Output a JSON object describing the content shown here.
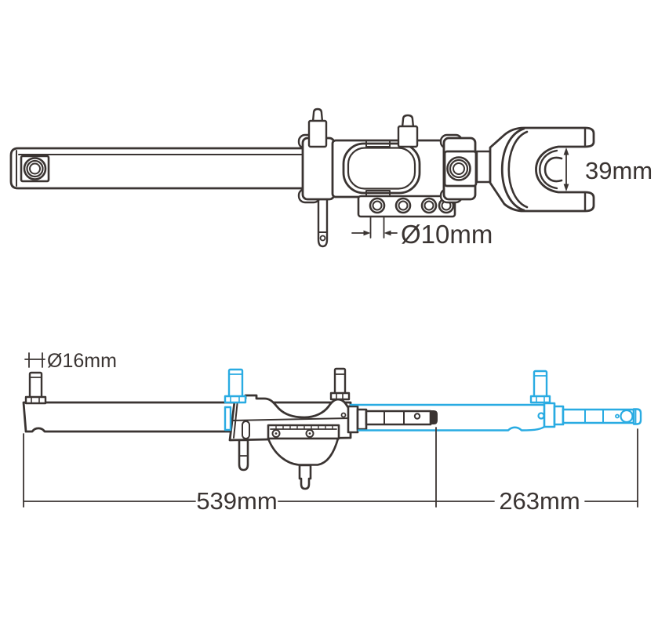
{
  "drawing": {
    "colors": {
      "line": "#3a3432",
      "highlight": "#29abe2",
      "background": "#ffffff"
    },
    "top_view": {
      "dimensions": {
        "fork_opening": "39mm",
        "hole_diameter": "Ø10mm"
      }
    },
    "side_view": {
      "dimensions": {
        "pin_diameter": "Ø16mm",
        "main_length": "539mm",
        "extension": "263mm"
      }
    }
  }
}
